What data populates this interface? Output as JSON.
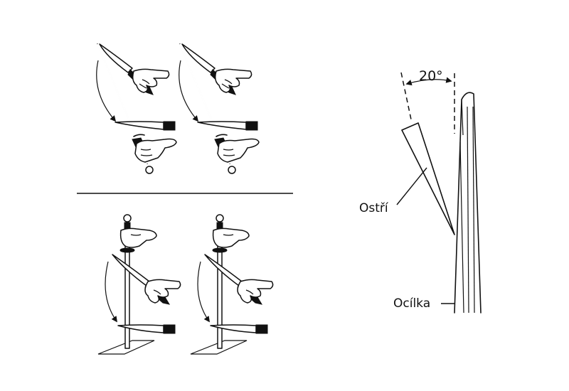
{
  "labels": {
    "angle": "20°",
    "edge": "Ostří",
    "steel": "Ocílka"
  },
  "icons": [
    "sharpening-steel-icon",
    "knife-icon",
    "hand-icon",
    "curved-arrow-icon"
  ],
  "colors": {
    "ink": "#111111",
    "background": "#ffffff"
  }
}
